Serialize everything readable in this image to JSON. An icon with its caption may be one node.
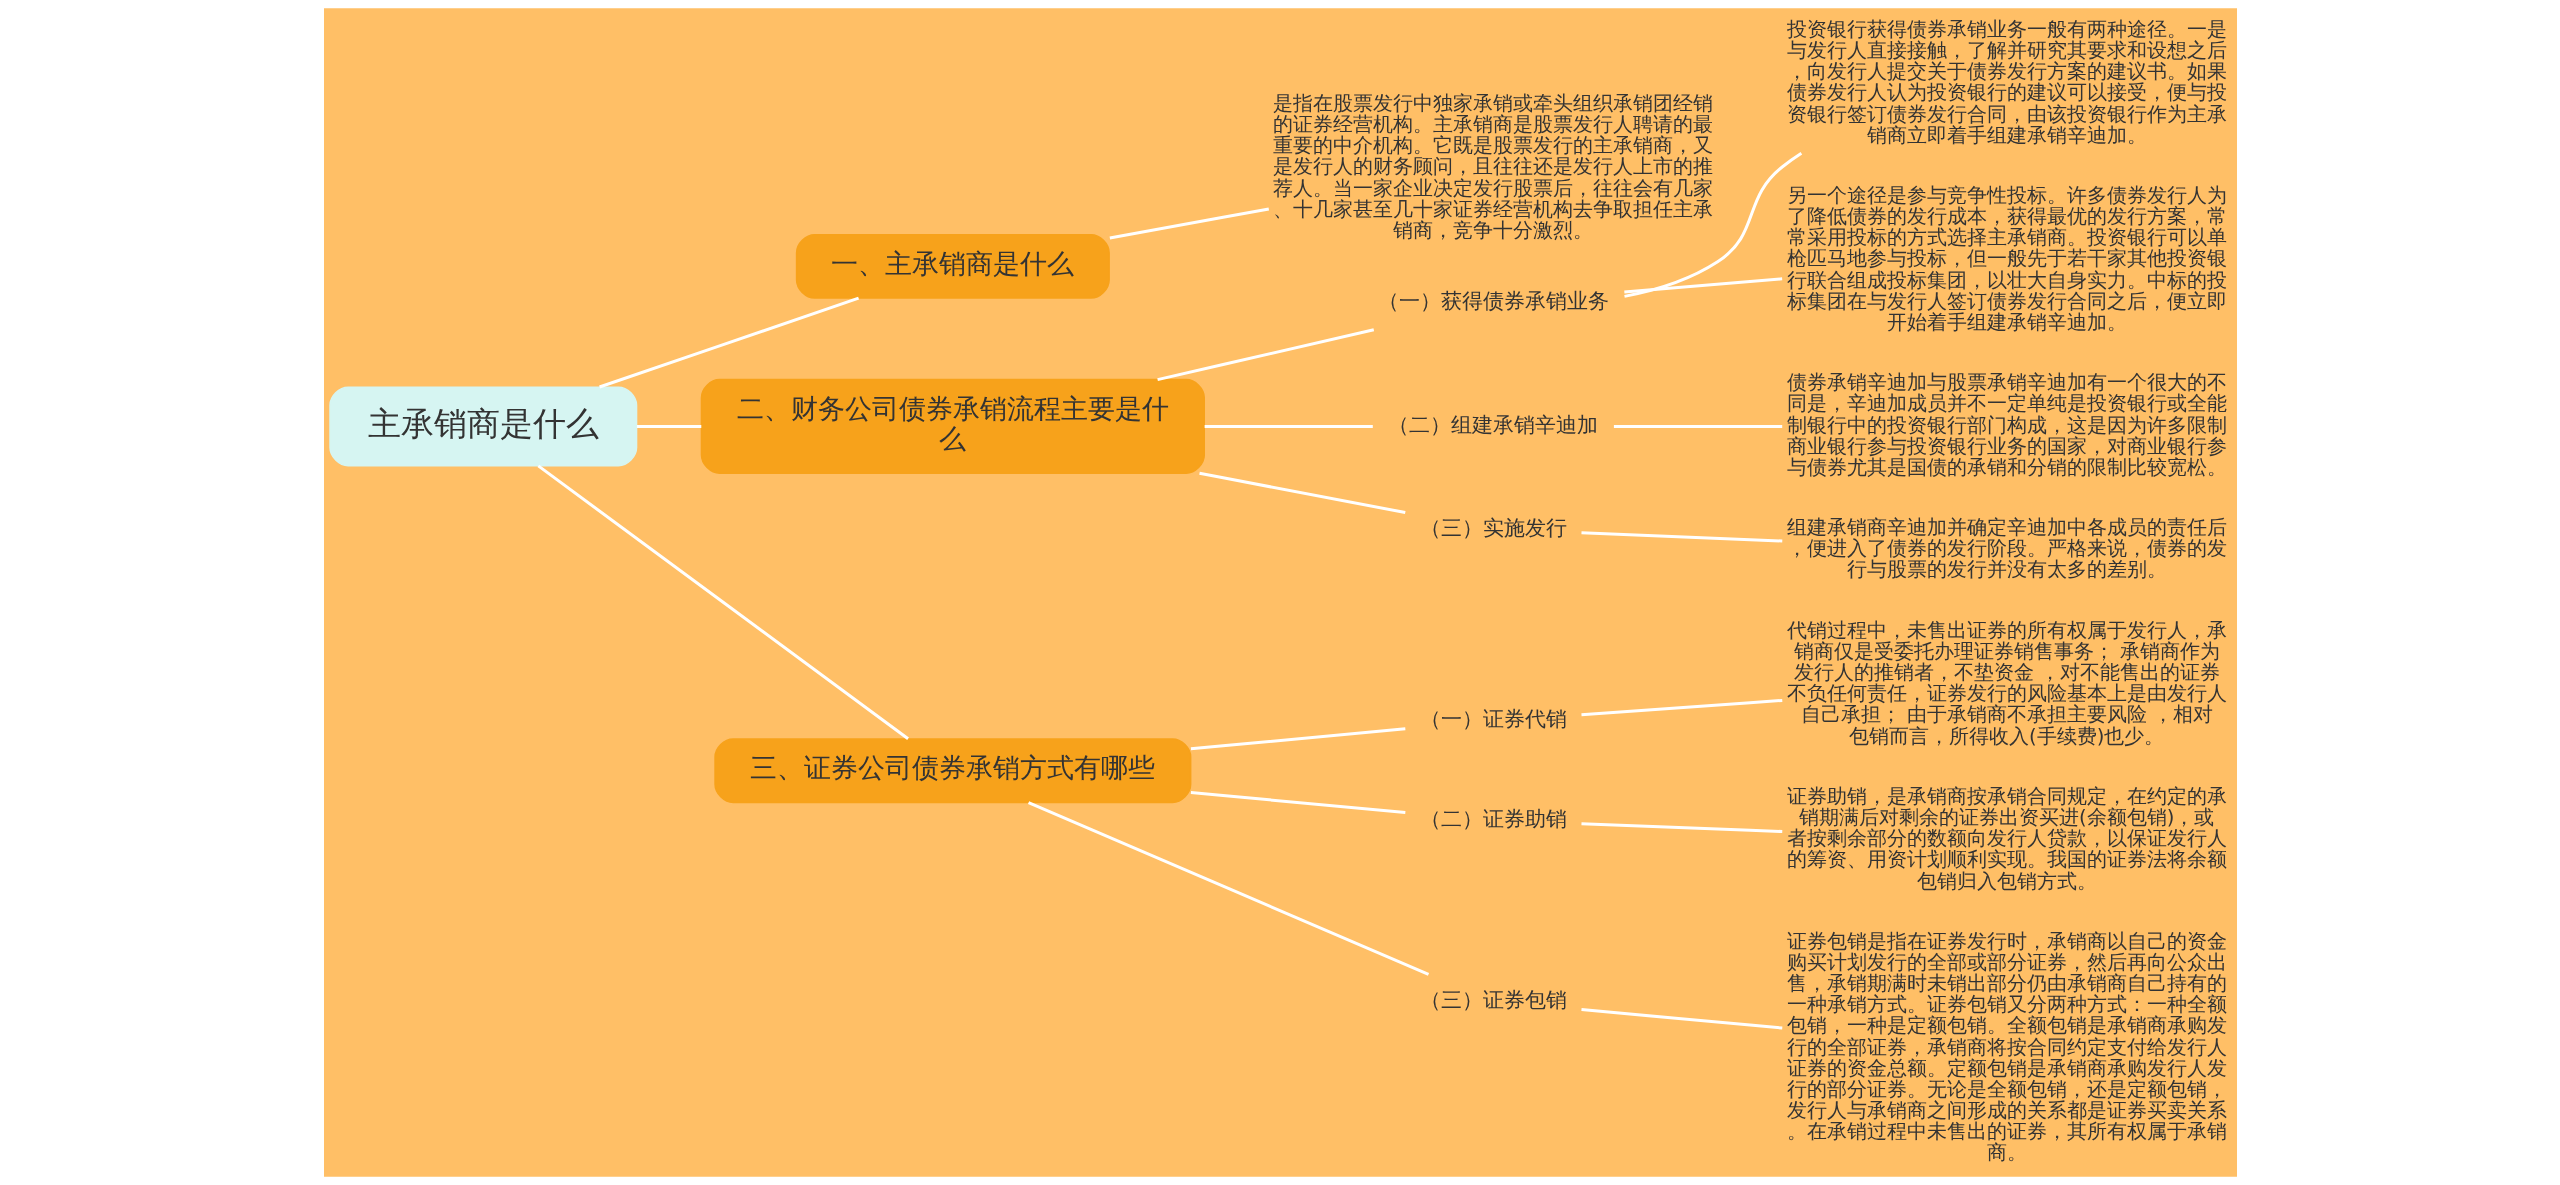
{
  "diagram": {
    "nodes": [
      {
        "text": [
          "主承销商是什么"
        ]
      },
      {
        "text": [
          "一、主承销商是什么"
        ]
      },
      {
        "text": [
          "是指在股票发行中独家承销或牵头组织承销团经销的证券经营机构。主承销商是股票发行人聘请的最重要的中介机构。它既是股票发行的主承销商，又是发行人的财务顾问，且往往还是发行人上市的推荐人。当一家企业决定发行股票后，往往会有几家、十几家甚至几十家证券经营机构去争取担任主承销商，竞争十分激烈。"
        ]
      },
      {
        "text": [
          "二、财务公司债券承销流程主要是什么"
        ]
      },
      {
        "text": [
          "（一）获得债券承销业务"
        ]
      },
      {
        "text": [
          "投资银行获得债券承销业务一般有两种途径。一是与发行人直接接触，了解并研究其要求和设想之后，向发行人提交关于债券发行方案的建议书。如果债券发行人认为投资银行的建议可以接受，便与投资银行签订债券发行合同，由该投资银行作为主承销商立即着手组建承销辛迪加。"
        ]
      },
      {
        "text": [
          "另一个途径是参与竞争性投标。许多债券发行人为了降低债券的发行成本，获得最优的发行方案，常常采用投标的方式选择主承销商。投资银行可以单枪匹马地参与投标，但一般先于若干家其他投资银行联合组成投标集团，以壮大自身实力。中标的投标集团在与发行人签订债券发行合同之后，便立即开始着手组建承销辛迪加。"
        ]
      },
      {
        "text": [
          "（二）组建承销辛迪加"
        ]
      },
      {
        "text": [
          "债券承销辛迪加与股票承销辛迪加有一个很大的不同是，辛迪加成员并不一定单纯是投资银行或全能制银行中的投资银行部门构成，这是因为许多限制商业银行参与投资银行业务的国家，对商业银行参与债券尤其是国债的承销和分销的限制比较宽松。"
        ]
      },
      {
        "text": [
          "（三）实施发行"
        ]
      },
      {
        "text": [
          "组建承销商辛迪加并确定辛迪加中各成员的责任后，便进入了债券的发行阶段。严格来说，债券的发行与股票的发行并没有太多的差别。"
        ]
      },
      {
        "text": [
          "三、证券公司债券承销方式有哪些"
        ]
      },
      {
        "text": [
          "（一）证券代销"
        ]
      },
      {
        "text": [
          "代销过程中，未售出证券的所有权属于发行人，承销商仅是受委托办理证券销售事务； 承销商作为发行人的推销者，不垫资金 ，对不能售出的证券不负任何责任，证券发行的风险基本上是由发行人自己承担； 由于承销商不承担主要风险 ，相对包销而言，所得收入(手续费)也少。"
        ]
      },
      {
        "text": [
          "（二）证券助销"
        ]
      },
      {
        "text": [
          "证券助销，是承销商按承销合同规定，在约定的承销期满后对剩余的证券出资买进(余额包销)，或者按剩余部分的数额向发行人贷款，以保证发行人的筹资、用资计划顺利实现。我国的证券法将余额包销归入包销方式。"
        ]
      },
      {
        "text": [
          "（三）证券包销"
        ]
      },
      {
        "text": [
          "证券包销是指在证券发行时，承销商以自己的资金购买计划发行的全部或部分证券，然后再向公众出售，承销期满时未销出部分仍由承销商自己持有的一种承销方式。证券包销又分两种方式：一种全额包销，一种是定额包销。全额包销是承销商承购发行的全部证券，承销商将按合同约定支付给发行人证券的资金总额。定额包销是承销商承购发行人发行的部分证券。无论是全额包销，还是定额包销，发行人与承销商之间形成的关系都是证券买卖关系。在承销过程中未售出的证券，其所有权属于承销商。"
        ]
      }
    ],
    "edges": [
      {
        "from": 0,
        "to": 1,
        "arrow": "none"
      },
      {
        "from": 1,
        "to": 2,
        "arrow": "none"
      },
      {
        "from": 0,
        "to": 3,
        "arrow": "none"
      },
      {
        "from": 3,
        "to": 4,
        "arrow": "none"
      },
      {
        "from": 4,
        "to": 5,
        "arrow": "none"
      },
      {
        "from": 4,
        "to": 6,
        "arrow": "none"
      },
      {
        "from": 3,
        "to": 7,
        "arrow": "none"
      },
      {
        "from": 7,
        "to": 8,
        "arrow": "none"
      },
      {
        "from": 3,
        "to": 9,
        "arrow": "none"
      },
      {
        "from": 9,
        "to": 10,
        "arrow": "none"
      },
      {
        "from": 0,
        "to": 11,
        "arrow": "none"
      },
      {
        "from": 11,
        "to": 12,
        "arrow": "none"
      },
      {
        "from": 12,
        "to": 13,
        "arrow": "none"
      },
      {
        "from": 11,
        "to": 14,
        "arrow": "none"
      },
      {
        "from": 14,
        "to": 15,
        "arrow": "none"
      },
      {
        "from": 11,
        "to": 16,
        "arrow": "none"
      },
      {
        "from": 16,
        "to": 17,
        "arrow": "none"
      }
    ]
  }
}
